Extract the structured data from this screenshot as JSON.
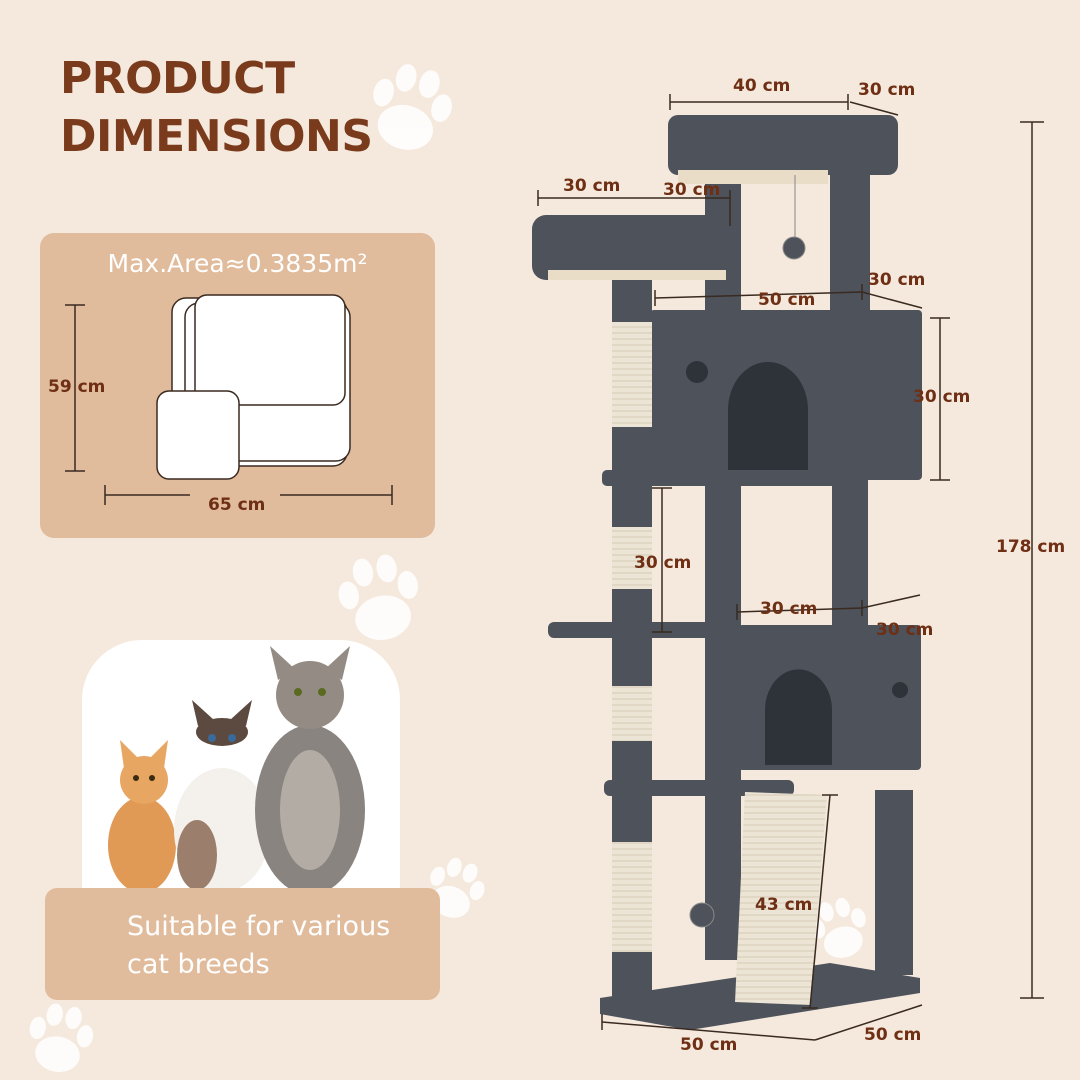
{
  "heading": {
    "line1": "PRODUCT",
    "line2": "DIMENSIONS"
  },
  "max_area": {
    "label": "Max.Area≈0.3835m²",
    "height_label": "59 cm",
    "width_label": "65 cm"
  },
  "breeds": {
    "text": "Suitable for various cat breeds"
  },
  "dimensions": {
    "top_perch_width": "40 cm",
    "top_perch_depth": "30 cm",
    "side_perch_width": "30 cm",
    "side_perch_depth": "30 cm",
    "condo_width": "50 cm",
    "condo_depth": "30 cm",
    "condo_height": "30 cm",
    "total_height": "178 cm",
    "mid_gap": "30 cm",
    "lower_condo_width": "30 cm",
    "lower_condo_depth": "30 cm",
    "ramp_length": "43 cm",
    "base_width": "50 cm",
    "base_depth": "50 cm"
  },
  "colors": {
    "brown": "#7a3a1c",
    "card": "#e0bb9c",
    "background": "#f5e9dd",
    "tree": "#4d525b"
  }
}
